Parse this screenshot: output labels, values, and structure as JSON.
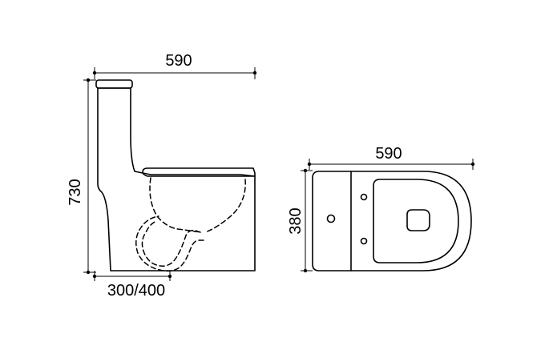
{
  "side_view": {
    "width_label": "590",
    "height_label": "730",
    "rough_in_label": "300/400"
  },
  "top_view": {
    "width_label": "590",
    "depth_label": "380"
  },
  "colors": {
    "line": "#000000",
    "background": "#ffffff"
  }
}
